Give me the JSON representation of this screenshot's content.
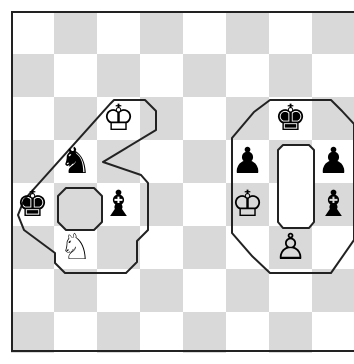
{
  "board": {
    "light_color": "#ffffff",
    "dark_color": "#d9d9d9",
    "outline_color": "#222222",
    "files": 8,
    "ranks": 8
  },
  "pieces": [
    {
      "id": "white-king-top",
      "glyph": "♔",
      "name": "white-king-icon",
      "col": 2,
      "row": 2
    },
    {
      "id": "black-knight",
      "glyph": "♞",
      "name": "black-knight-icon",
      "col": 1,
      "row": 3
    },
    {
      "id": "black-king-left",
      "glyph": "♚",
      "name": "black-king-icon",
      "col": 0,
      "row": 4
    },
    {
      "id": "black-bishop-left",
      "glyph": "♝",
      "name": "black-bishop-icon",
      "col": 2,
      "row": 4
    },
    {
      "id": "white-knight",
      "glyph": "♘",
      "name": "white-knight-icon",
      "col": 1,
      "row": 5
    },
    {
      "id": "black-king-right",
      "glyph": "♚",
      "name": "black-king-icon",
      "col": 6,
      "row": 2
    },
    {
      "id": "black-pawn-left",
      "glyph": "♟",
      "name": "black-pawn-icon",
      "col": 5,
      "row": 3
    },
    {
      "id": "black-pawn-right",
      "glyph": "♟",
      "name": "black-pawn-icon",
      "col": 7,
      "row": 3
    },
    {
      "id": "white-king-right",
      "glyph": "♔",
      "name": "white-king-icon",
      "col": 5,
      "row": 4
    },
    {
      "id": "black-bishop-right",
      "glyph": "♝",
      "name": "black-bishop-icon",
      "col": 7,
      "row": 4
    },
    {
      "id": "white-pawn",
      "glyph": "♙",
      "name": "white-pawn-icon",
      "col": 6,
      "row": 5
    }
  ]
}
